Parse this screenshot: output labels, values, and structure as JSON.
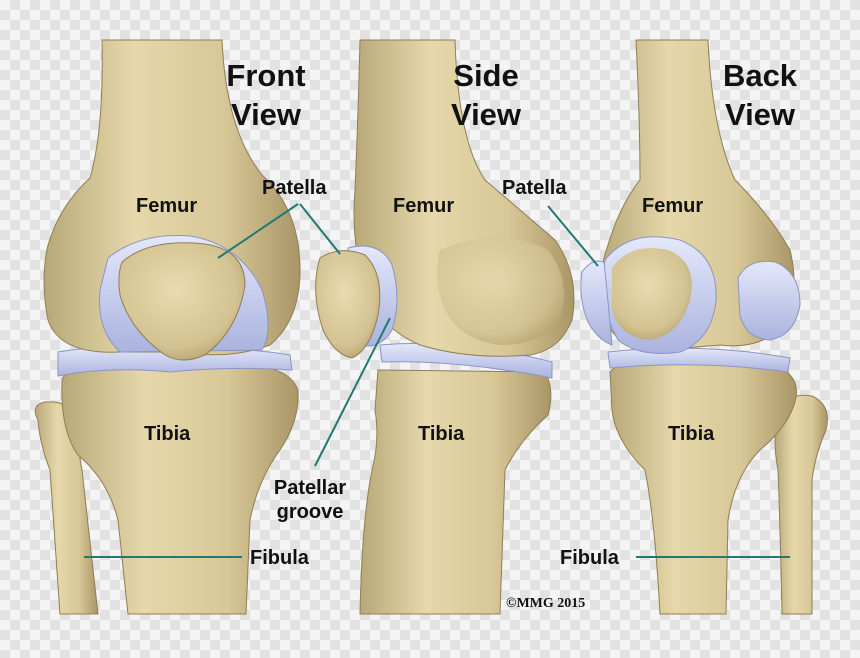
{
  "views": [
    {
      "title_line1": "Front",
      "title_line2": "View"
    },
    {
      "title_line1": "Side",
      "title_line2": "View"
    },
    {
      "title_line1": "Back",
      "title_line2": "View"
    }
  ],
  "labels": {
    "front": {
      "patella": "Patella",
      "femur": "Femur",
      "tibia": "Tibia",
      "fibula": "Fibula"
    },
    "side": {
      "femur": "Femur",
      "tibia": "Tibia",
      "groove_line1": "Patellar",
      "groove_line2": "groove"
    },
    "back": {
      "patella": "Patella",
      "femur": "Femur",
      "tibia": "Tibia",
      "fibula": "Fibula"
    }
  },
  "copyright": "©MMG 2015",
  "colors": {
    "bone": "#d9c998",
    "cartilage": "#c8cfee",
    "leader": "#1f7a72",
    "text": "#111111"
  }
}
